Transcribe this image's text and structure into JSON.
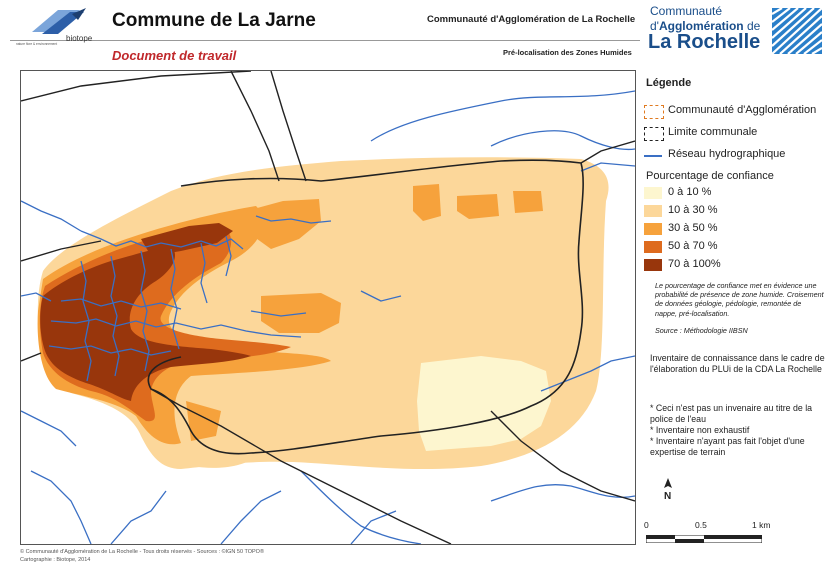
{
  "header": {
    "title": "Commune de La Jarne",
    "subtitle": "Document de travail",
    "agglomeration": "Communauté d'Agglomération de La Rochelle",
    "study": "Pré-localisation des Zones Humides"
  },
  "logos": {
    "biotope_text": "biotope",
    "biotope_tagline": "nature flore & environnement",
    "cda_line1": "Communauté",
    "cda_line2_prefix": "d'",
    "cda_line2_bold": "Agglomération",
    "cda_line2_suffix": " de",
    "cda_line3": "La Rochelle"
  },
  "legend": {
    "title": "Légende",
    "items": [
      {
        "label": "Communauté d'Agglomération",
        "icon": "dashed-rect-orange"
      },
      {
        "label": "Limite communale",
        "icon": "dashed-rect-black"
      },
      {
        "label": "Réseau hydrographique",
        "icon": "blue-line"
      }
    ],
    "confidence_title": "Pourcentage de confiance",
    "classes": [
      {
        "label": "0 à 10 %",
        "color": "#fdf6cf"
      },
      {
        "label": "10 à 30 %",
        "color": "#fcd79a"
      },
      {
        "label": "30 à 50 %",
        "color": "#f6a23c"
      },
      {
        "label": "50 à 70 %",
        "color": "#de6b1e"
      },
      {
        "label": "70 à 100%",
        "color": "#98360c"
      }
    ]
  },
  "notes": {
    "confidence_note": "Le pourcentage de confiance met en évidence une probabilité de présence de zone humide. Croisement de données géologie, pédologie, remontée de nappe, pré-localisation.",
    "source": "Source : Méthodologie IIBSN",
    "inventory": "Inventaire de connaissance dans le cadre de l'élaboration du PLUi de la CDA La Rochelle",
    "disclaimer_1": "* Ceci n'est pas un invenaire au titre de la police de l'eau",
    "disclaimer_2": "* Inventaire non exhaustif",
    "disclaimer_3": "* Inventaire n'ayant pas fait l'objet d'une expertise de terrain"
  },
  "scale": {
    "labels": [
      "0",
      "0.5",
      "1 km"
    ]
  },
  "north_label": "N",
  "footer": {
    "line1": "© Communauté d'Agglomération de La Rochelle - Tous droits réservés - Sources : ©IGN 50 TOPO®",
    "line2": "Cartographie : Biotope, 2014"
  },
  "colors": {
    "water": "#3a6fc4",
    "boundary": "#222222",
    "title_red": "#c0282b",
    "cda_blue": "#1a4e8a"
  }
}
